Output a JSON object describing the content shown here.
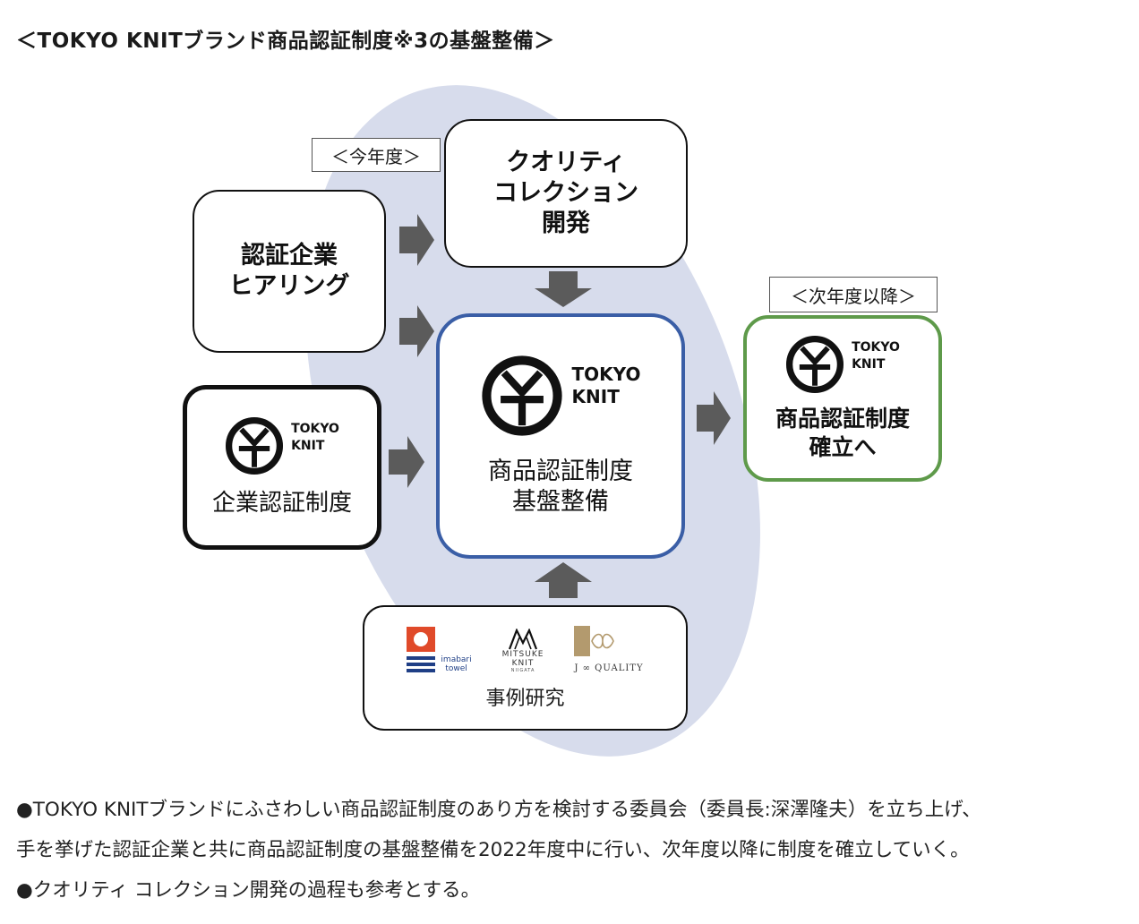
{
  "title": "＜TOKYO KNITブランド商品認証制度※3の基盤整備＞",
  "period_labels": {
    "this_year": "＜今年度＞",
    "next_year": "＜次年度以降＞"
  },
  "boxes": {
    "hearing": "認証企業\nヒアリング",
    "quality": "クオリティ\nコレクション\n開発",
    "company_cert": "企業認証制度",
    "core": "商品認証制度\n基盤整備",
    "establish": "商品認証制度\n確立へ",
    "case_study": "事例研究"
  },
  "logo_word": "TOKYO\nKNIT",
  "case_logos": {
    "imabari": "imabari\ntowel",
    "mitsuke_main": "MITSUKE\nKNIT",
    "mitsuke_sub": "NIIGATA",
    "jquality": "J ∞ QUALITY"
  },
  "description": [
    "●TOKYO KNITブランドにふさわしい商品認証制度のあり方を検討する委員会（委員長:深澤隆夫）を立ち上げ、",
    "手を挙げた認証企業と共に商品認証制度の基盤整備を2022年度中に行い、次年度以降に制度を確立していく。",
    "●クオリティ コレクション開発の過程も参考とする。"
  ],
  "colors": {
    "ellipse": "#d7dcec",
    "arrow": "#5b5b5b",
    "core_border": "#3a5ea6",
    "establish_border": "#5e9a4a",
    "box_border": "#111111",
    "imabari_red": "#e04a2a",
    "imabari_navy": "#1f3f86",
    "jquality_gold": "#b39a6e"
  }
}
